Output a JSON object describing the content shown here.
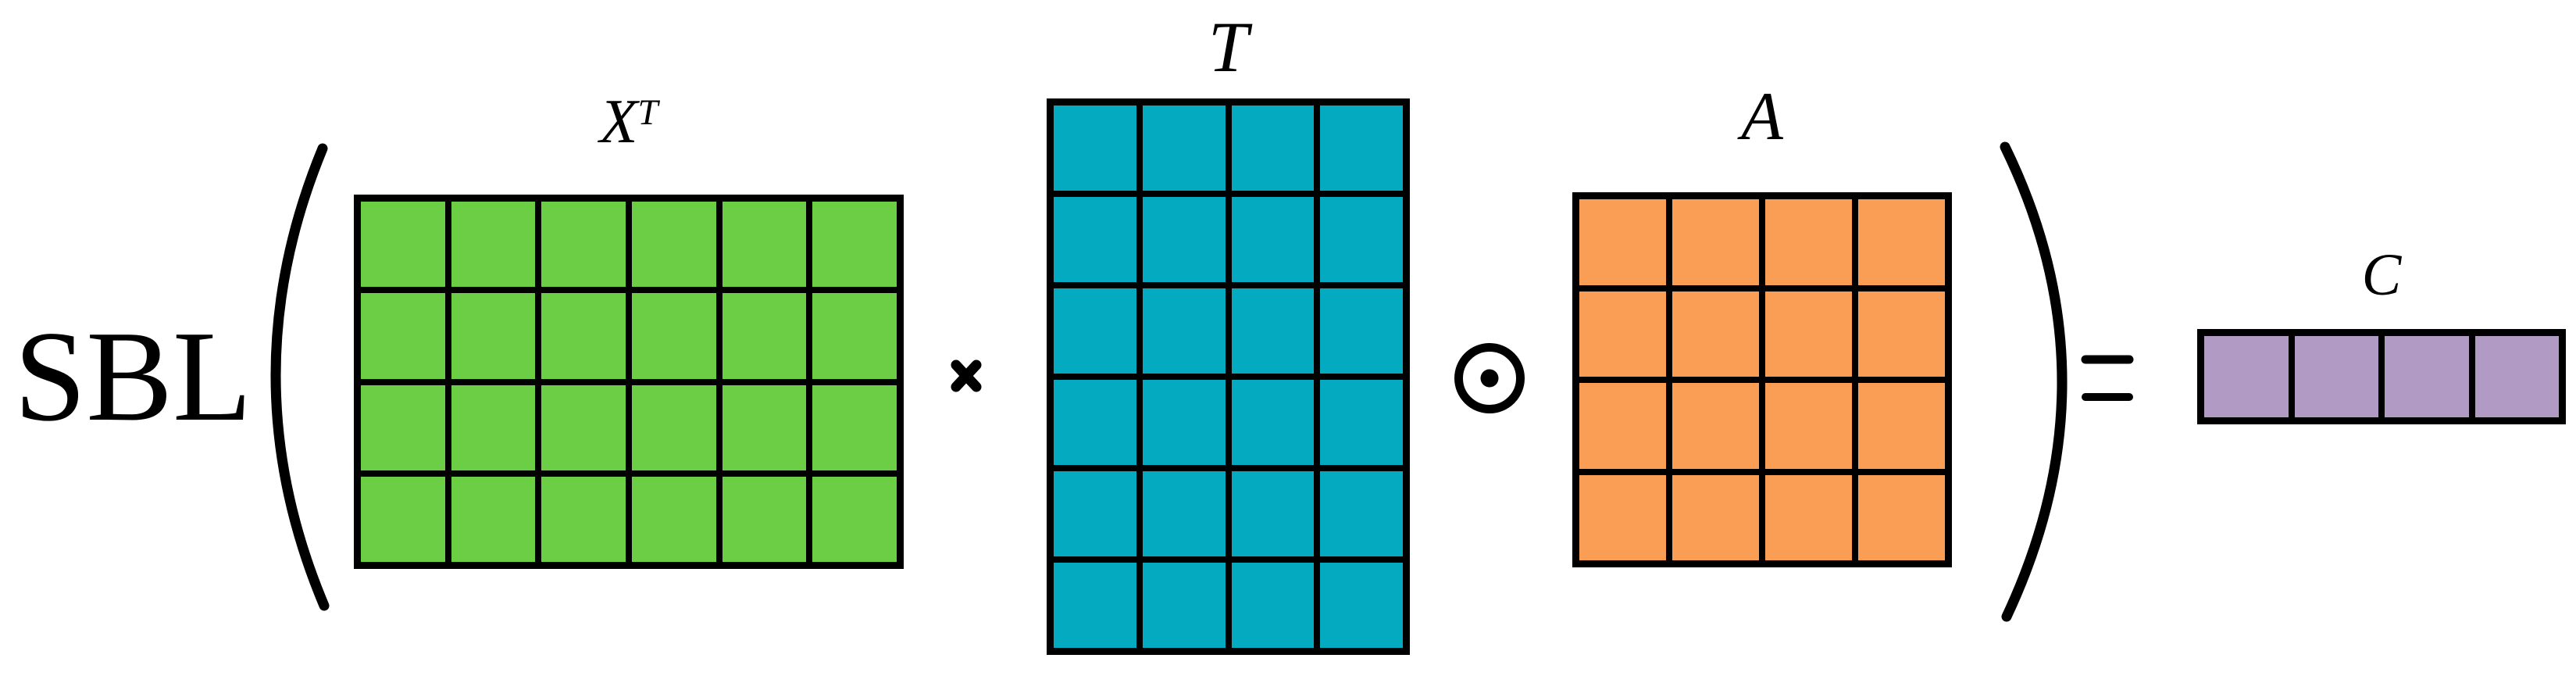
{
  "figure": {
    "function_label": "SBL",
    "operators": {
      "times": "×",
      "hadamard": "⊙",
      "equals": "=",
      "open_paren": "(",
      "close_paren": ")"
    },
    "colors": {
      "background": "#ffffff",
      "line": "#000000",
      "green": "#6cce45",
      "teal": "#04abc0",
      "orange": "#fb9e55",
      "purple": "#b19bc5"
    }
  },
  "matrices": [
    {
      "name": "X-transpose",
      "label": "X",
      "superscript": "T",
      "rows": 4,
      "cols": 6,
      "color": "#6cce45"
    },
    {
      "name": "T",
      "label": "T",
      "superscript": "",
      "rows": 6,
      "cols": 4,
      "color": "#04abc0"
    },
    {
      "name": "A",
      "label": "A",
      "superscript": "",
      "rows": 4,
      "cols": 4,
      "color": "#fb9e55"
    },
    {
      "name": "C",
      "label": "C",
      "superscript": "",
      "rows": 1,
      "cols": 4,
      "color": "#b19bc5"
    }
  ]
}
